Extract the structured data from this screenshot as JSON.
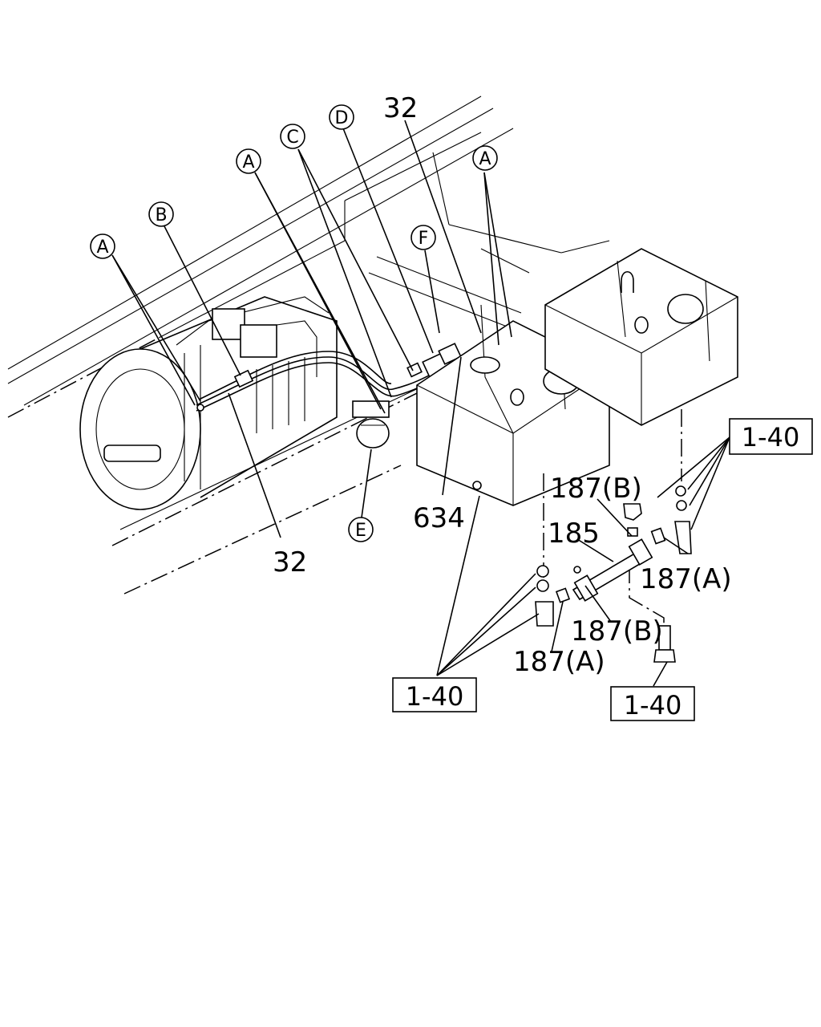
{
  "callouts": {
    "A_left": "A",
    "B": "B",
    "A_mid": "A",
    "C": "C",
    "D": "D",
    "F": "F",
    "A_right": "A",
    "E": "E"
  },
  "labels": {
    "part_32_top": "32",
    "part_32_bottom": "32",
    "part_634": "634",
    "part_187B_top": "187(B)",
    "part_185": "185",
    "part_187A_right": "187(A)",
    "part_187B_bottom": "187(B)",
    "part_187A_bottom": "187(A)"
  },
  "references": {
    "ref_right": "1-40",
    "ref_bottom_left": "1-40",
    "ref_bottom_right": "1-40"
  }
}
